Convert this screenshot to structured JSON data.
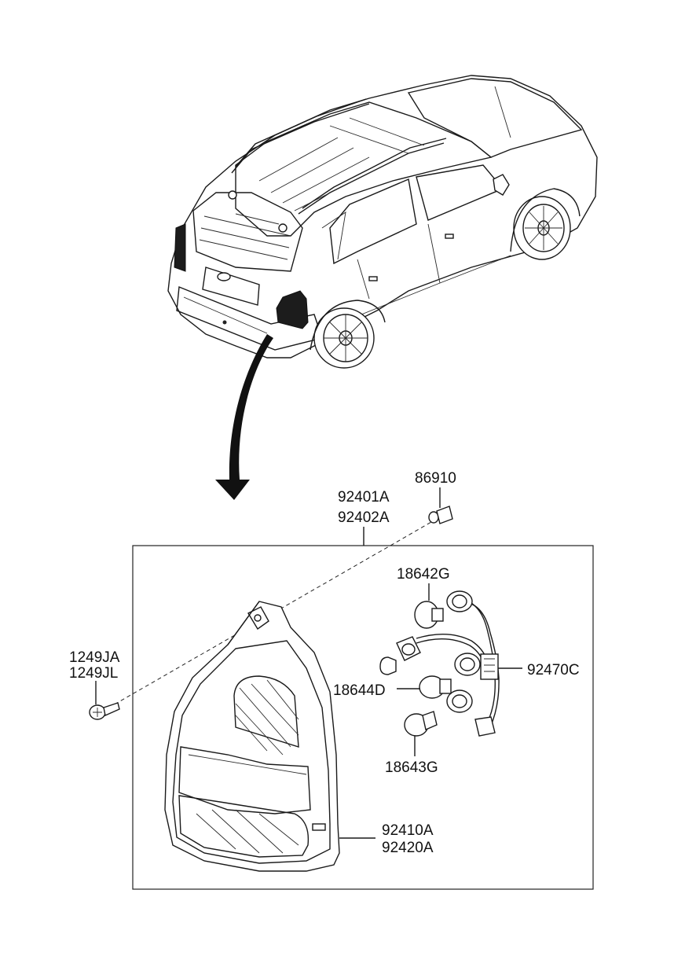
{
  "parts": {
    "clip": "86910",
    "lamp_assembly_1": "92401A",
    "lamp_assembly_2": "92402A",
    "bulb_stop": "18642G",
    "socket_wiring": "92470C",
    "bulb_side": "18644D",
    "bulb_turn": "18643G",
    "screw_1": "1249JA",
    "screw_2": "1249JL",
    "lens_housing_1": "92410A",
    "lens_housing_2": "92420A"
  }
}
